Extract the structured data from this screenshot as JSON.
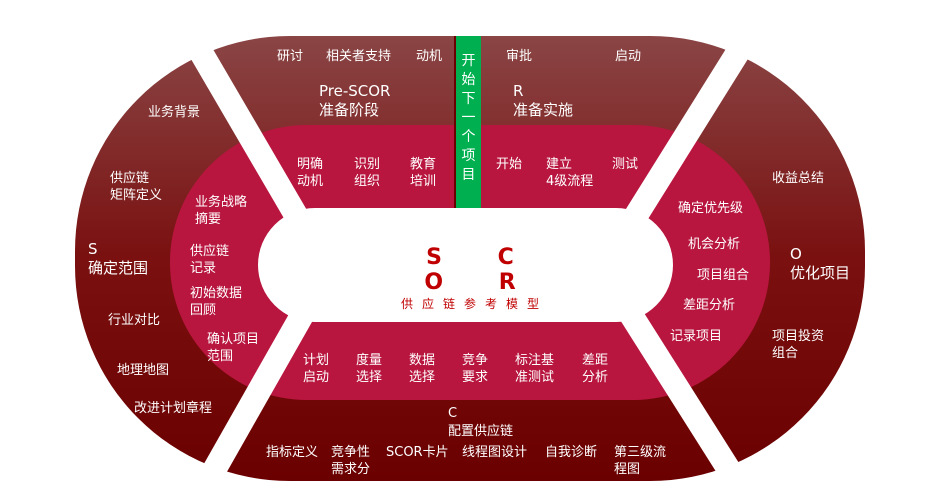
{
  "center": {
    "title": "S C O R",
    "subtitle": "供应链参考模型"
  },
  "start_next": "开始下一个项目",
  "pre_scor": {
    "phase": "Pre-SCOR",
    "name": "准备阶段",
    "outer": [
      "研讨",
      "相关者支持",
      "动机"
    ],
    "inner": [
      "明确\n动机",
      "识别\n组织",
      "教育\n培训"
    ]
  },
  "r": {
    "phase": "R",
    "name": "准备实施",
    "outer": [
      "审批",
      "启动"
    ],
    "inner": [
      "开始",
      "建立\n4级流程",
      "测试"
    ]
  },
  "s": {
    "phase": "S",
    "name": "确定范围",
    "outer": [
      "业务背景",
      "供应链\n矩阵定义",
      "行业对比",
      "地理地图",
      "改进计划章程"
    ],
    "inner": [
      "业务战略\n摘要",
      "供应链\n记录",
      "初始数据\n回顾",
      "确认项目\n范围"
    ]
  },
  "c": {
    "phase": "C",
    "name": "配置供应链",
    "outer": [
      "指标定义",
      "竞争性\n需求分",
      "SCOR卡片",
      "线程图设计",
      "自我诊断",
      "第三级流\n程图"
    ],
    "inner": [
      "计划\n启动",
      "度量\n选择",
      "数据\n选择",
      "竞争\n要求",
      "标注基\n准测试",
      "差距\n分析"
    ]
  },
  "o": {
    "phase": "O",
    "name": "优化项目",
    "outer": [
      "收益总结",
      "项目投资\n组合"
    ],
    "inner": [
      "确定优先级",
      "机会分析",
      "项目组合",
      "差距分析",
      "记录项目"
    ]
  },
  "colors": {
    "outer_top": "#8a4545",
    "outer_bottom": "#6b0000",
    "inner": "#b8163f",
    "green": "#00b050",
    "center_text": "#c00000"
  }
}
